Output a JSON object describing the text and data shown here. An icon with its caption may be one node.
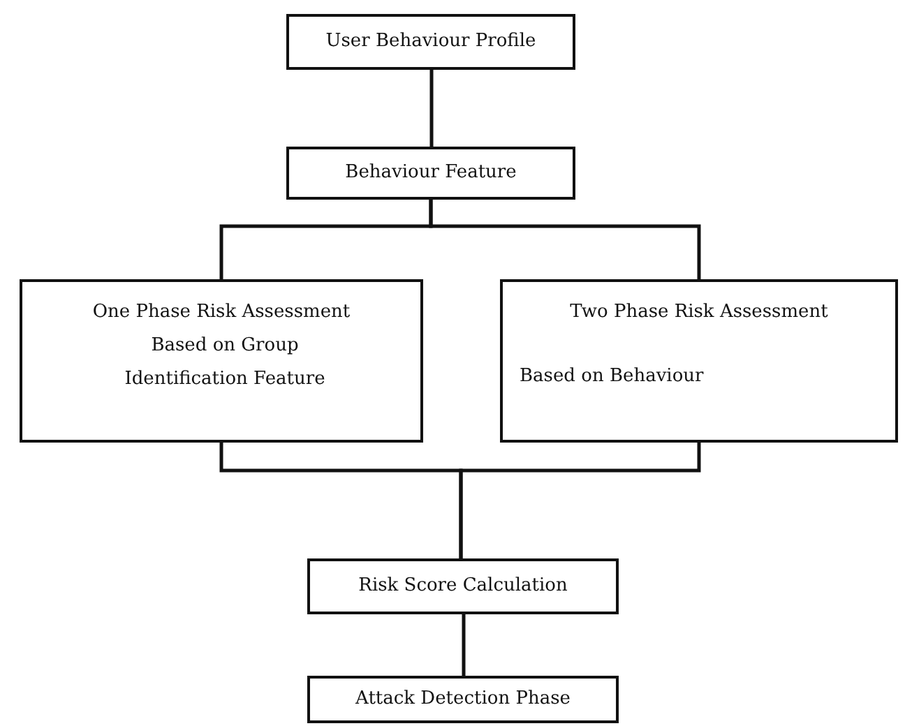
{
  "diagram": {
    "nodes": [
      {
        "text": [
          "User Behaviour Profile"
        ]
      },
      {
        "text": [
          "Behaviour Feature"
        ]
      },
      {
        "text": [
          "One Phase Risk Assessment",
          "Based on Group Identification Feature"
        ]
      },
      {
        "text": [
          "Two Phase Risk Assessment",
          "Based on Behaviour"
        ]
      },
      {
        "text": [
          "Risk Score Calculation"
        ]
      },
      {
        "text": [
          "Attack Detection Phase"
        ]
      }
    ],
    "edges": [
      {
        "from": 0,
        "to": 1,
        "arrow": "none"
      },
      {
        "from": 1,
        "to": 2,
        "arrow": "none"
      },
      {
        "from": 1,
        "to": 3,
        "arrow": "none"
      },
      {
        "from": 2,
        "to": 4,
        "arrow": "none"
      },
      {
        "from": 3,
        "to": 4,
        "arrow": "none"
      },
      {
        "from": 4,
        "to": 5,
        "arrow": "none"
      }
    ]
  }
}
